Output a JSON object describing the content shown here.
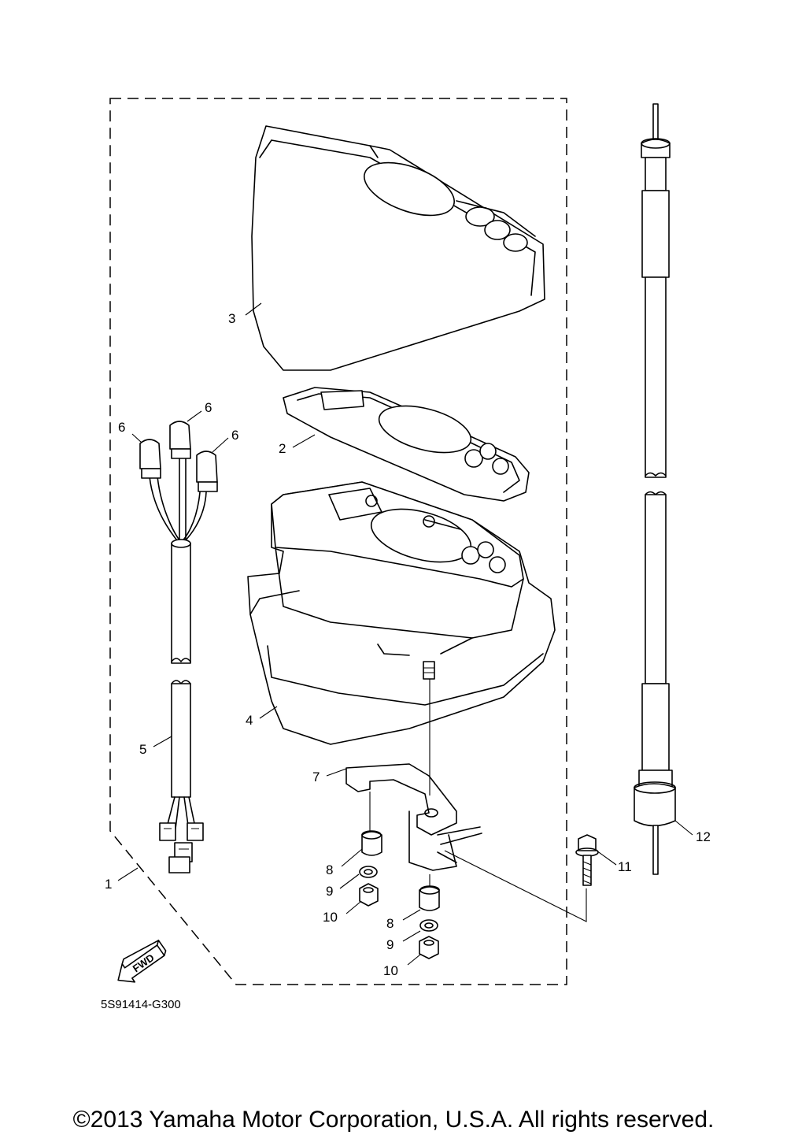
{
  "diagram": {
    "part_labels": {
      "p1": "1",
      "p2": "2",
      "p3": "3",
      "p4": "4",
      "p5": "5",
      "p6a": "6",
      "p6b": "6",
      "p6c": "6",
      "p7": "7",
      "p8a": "8",
      "p8b": "8",
      "p9a": "9",
      "p9b": "9",
      "p10a": "10",
      "p10b": "10",
      "p11": "11",
      "p12": "12"
    },
    "fwd_arrow_text": "FWD",
    "drawing_code": "5S91414-G300"
  },
  "footer": {
    "copyright": "©2013 Yamaha Motor Corporation, U.S.A. All rights reserved."
  }
}
